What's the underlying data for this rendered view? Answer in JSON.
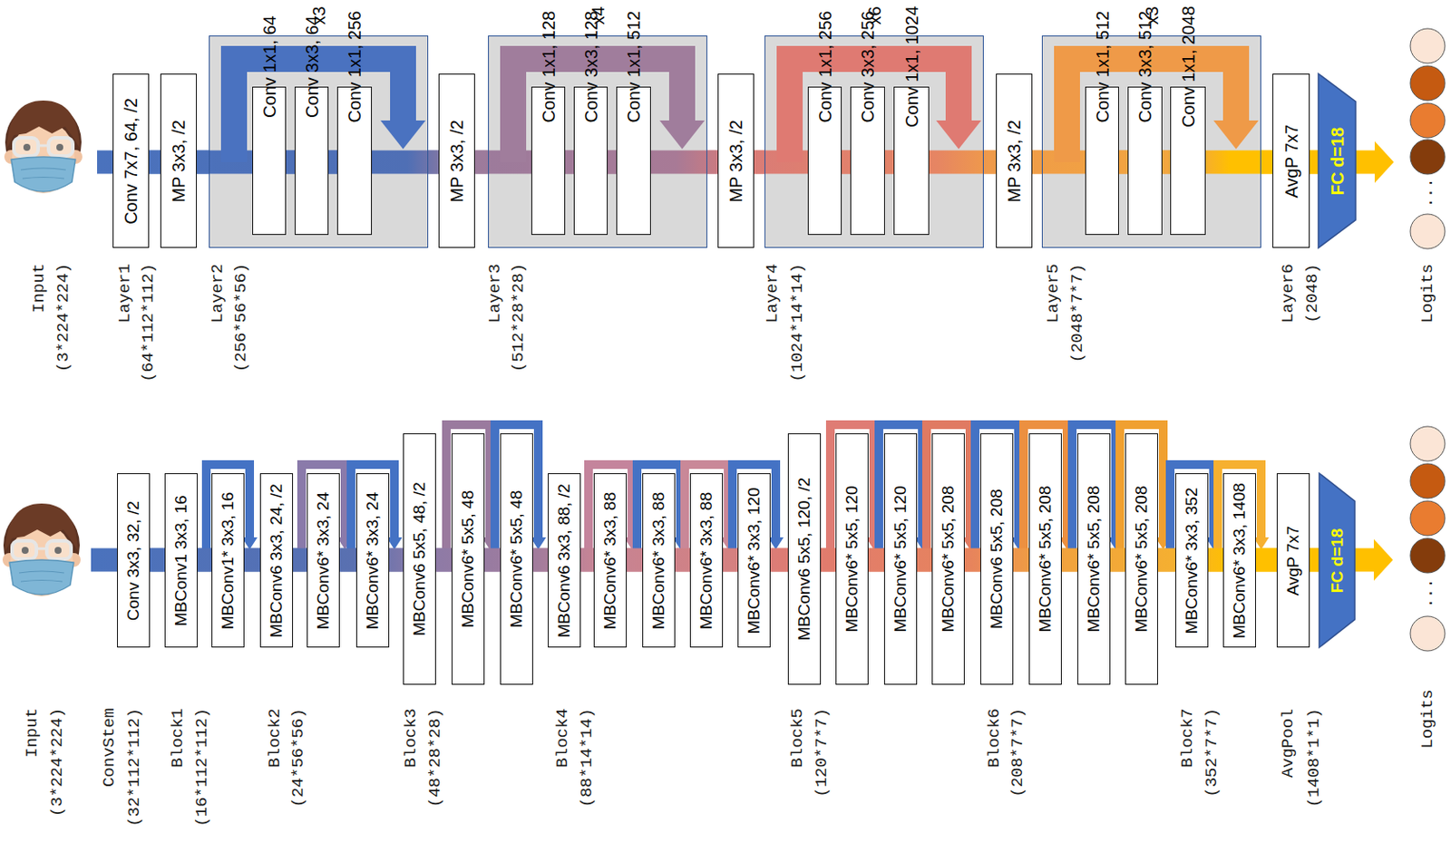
{
  "diagram": {
    "nodes": [
      {
        "text": [
          "Conv 7x7, 64, /2"
        ]
      },
      {
        "text": [
          "MP 3x3, /2"
        ]
      },
      {
        "text": [
          "x3"
        ]
      },
      {
        "text": [
          "Conv 1x1, 64"
        ],
        "in": 2
      },
      {
        "text": [
          "Conv 3x3, 64"
        ],
        "in": 2
      },
      {
        "text": [
          "Conv 1x1, 256"
        ],
        "in": 2
      },
      {
        "text": [
          "MP 3x3, /2"
        ]
      },
      {
        "text": [
          "x4"
        ]
      },
      {
        "text": [
          "Conv 1x1, 128"
        ],
        "in": 7
      },
      {
        "text": [
          "Conv 3x3, 128"
        ],
        "in": 7
      },
      {
        "text": [
          "Conv 1x1, 512"
        ],
        "in": 7
      },
      {
        "text": [
          "MP 3x3, /2"
        ]
      },
      {
        "text": [
          "x6"
        ]
      },
      {
        "text": [
          "Conv 1x1, 256"
        ],
        "in": 12
      },
      {
        "text": [
          "Conv 3x3, 256"
        ],
        "in": 12
      },
      {
        "text": [
          "Conv 1x1, 1024"
        ],
        "in": 12
      },
      {
        "text": [
          "MP 3x3, /2"
        ]
      },
      {
        "text": [
          "x3"
        ]
      },
      {
        "text": [
          "Conv 1x1, 512"
        ],
        "in": 17
      },
      {
        "text": [
          "Conv 3x3, 512"
        ],
        "in": 17
      },
      {
        "text": [
          "Conv 1x1, 2048"
        ],
        "in": 17
      },
      {
        "text": [
          "AvgP 7x7"
        ]
      },
      {
        "text": [
          "FC d=18"
        ]
      },
      {
        "text": [
          "Conv 3x3, 32, /2"
        ]
      },
      {
        "text": [
          "MBConv1 3x3, 16"
        ]
      },
      {
        "text": [
          "MBConv1* 3x3, 16"
        ]
      },
      {
        "text": [
          "MBConv6 3x3, 24, /2"
        ]
      },
      {
        "text": [
          "MBConv6* 3x3, 24"
        ]
      },
      {
        "text": [
          "MBConv6* 3x3, 24"
        ]
      },
      {
        "text": [
          "MBConv6 5x5, 48, /2"
        ]
      },
      {
        "text": [
          "MBConv6* 5x5, 48"
        ]
      },
      {
        "text": [
          "MBConv6* 5x5, 48"
        ]
      },
      {
        "text": [
          "MBConv6 3x3, 88, /2"
        ]
      },
      {
        "text": [
          "MBConv6* 3x3, 88"
        ]
      },
      {
        "text": [
          "MBConv6* 3x3, 88"
        ]
      },
      {
        "text": [
          "MBConv6* 3x3, 88"
        ]
      },
      {
        "text": [
          "MBConv6* 3x3, 120"
        ]
      },
      {
        "text": [
          "MBConv6 5x5, 120, /2"
        ]
      },
      {
        "text": [
          "MBConv6* 5x5, 120"
        ]
      },
      {
        "text": [
          "MBConv6* 5x5, 120"
        ]
      },
      {
        "text": [
          "MBConv6* 5x5, 208"
        ]
      },
      {
        "text": [
          "MBConv6 5x5, 208"
        ]
      },
      {
        "text": [
          "MBConv6* 5x5, 208"
        ]
      },
      {
        "text": [
          "MBConv6* 5x5, 208"
        ]
      },
      {
        "text": [
          "MBConv6* 5x5, 208"
        ]
      },
      {
        "text": [
          "MBConv6* 3x3, 352"
        ]
      },
      {
        "text": [
          "MBConv6* 3x3, 1408"
        ]
      },
      {
        "text": [
          "AvgP 7x7"
        ]
      },
      {
        "text": [
          "FC d=18"
        ]
      }
    ],
    "edges": [
      {
        "from": 0,
        "to": 1,
        "arrow": "none"
      },
      {
        "from": 1,
        "to": 2,
        "arrow": "none"
      },
      {
        "from": 3,
        "to": 4,
        "arrow": "none"
      },
      {
        "from": 4,
        "to": 5,
        "arrow": "none"
      },
      {
        "from": 2,
        "to": 6,
        "arrow": "none"
      },
      {
        "from": 6,
        "to": 7,
        "arrow": "none"
      },
      {
        "from": 8,
        "to": 9,
        "arrow": "none"
      },
      {
        "from": 9,
        "to": 10,
        "arrow": "none"
      },
      {
        "from": 7,
        "to": 11,
        "arrow": "none"
      },
      {
        "from": 11,
        "to": 12,
        "arrow": "none"
      },
      {
        "from": 13,
        "to": 14,
        "arrow": "none"
      },
      {
        "from": 14,
        "to": 15,
        "arrow": "none"
      },
      {
        "from": 12,
        "to": 16,
        "arrow": "none"
      },
      {
        "from": 16,
        "to": 17,
        "arrow": "none"
      },
      {
        "from": 18,
        "to": 19,
        "arrow": "none"
      },
      {
        "from": 19,
        "to": 20,
        "arrow": "none"
      },
      {
        "from": 17,
        "to": 21,
        "arrow": "none"
      },
      {
        "from": 21,
        "to": 22,
        "arrow": "none"
      },
      {
        "from": 23,
        "to": 24,
        "arrow": "none"
      },
      {
        "from": 24,
        "to": 25,
        "arrow": "none"
      },
      {
        "from": 25,
        "to": 26,
        "arrow": "none"
      },
      {
        "from": 26,
        "to": 27,
        "arrow": "none"
      },
      {
        "from": 27,
        "to": 28,
        "arrow": "none"
      },
      {
        "from": 28,
        "to": 29,
        "arrow": "none"
      },
      {
        "from": 29,
        "to": 30,
        "arrow": "none"
      },
      {
        "from": 30,
        "to": 31,
        "arrow": "none"
      },
      {
        "from": 31,
        "to": 32,
        "arrow": "none"
      },
      {
        "from": 32,
        "to": 33,
        "arrow": "none"
      },
      {
        "from": 33,
        "to": 34,
        "arrow": "none"
      },
      {
        "from": 34,
        "to": 35,
        "arrow": "none"
      },
      {
        "from": 35,
        "to": 36,
        "arrow": "none"
      },
      {
        "from": 36,
        "to": 37,
        "arrow": "none"
      },
      {
        "from": 37,
        "to": 38,
        "arrow": "none"
      },
      {
        "from": 38,
        "to": 39,
        "arrow": "none"
      },
      {
        "from": 39,
        "to": 40,
        "arrow": "none"
      },
      {
        "from": 40,
        "to": 41,
        "arrow": "none"
      },
      {
        "from": 41,
        "to": 42,
        "arrow": "none"
      },
      {
        "from": 42,
        "to": 43,
        "arrow": "none"
      },
      {
        "from": 43,
        "to": 44,
        "arrow": "none"
      },
      {
        "from": 44,
        "to": 45,
        "arrow": "none"
      },
      {
        "from": 45,
        "to": 46,
        "arrow": "none"
      },
      {
        "from": 46,
        "to": 47,
        "arrow": "none"
      },
      {
        "from": 47,
        "to": 48,
        "arrow": "none"
      }
    ],
    "labels": [
      "Input",
      "(3*224*224)",
      "Layer1",
      "(64*112*112)",
      "Layer2",
      "(256*56*56)",
      "Layer3",
      "(512*28*28)",
      "Layer4",
      "(1024*14*14)",
      "Layer5",
      "(2048*7*7)",
      "Layer6",
      "(2048)",
      "...",
      "Logits",
      "Input",
      "(3*224*224)",
      "ConvStem",
      "(32*112*112)",
      "Block1",
      "(16*112*112)",
      "Block2",
      "(24*56*56)",
      "Block3",
      "(48*28*28)",
      "Block4",
      "(88*14*14)",
      "Block5",
      "(120*7*7)",
      "Block6",
      "(208*7*7)",
      "Block7",
      "(352*7*7)",
      "AvgPool",
      "(1408*1*1)",
      "...",
      "Logits"
    ]
  }
}
